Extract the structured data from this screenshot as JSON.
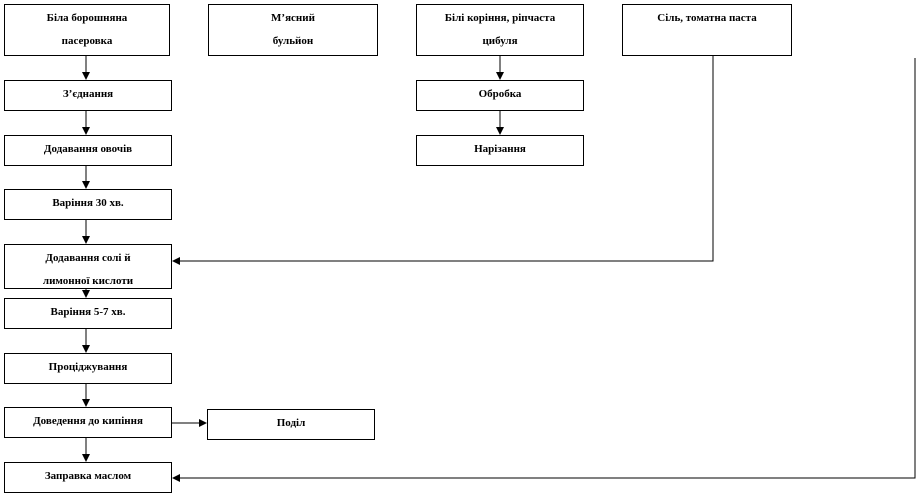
{
  "nodes": {
    "b1": "Біла борошняна\nпасеровка",
    "b2": "М’ясний\nбульйон",
    "b3": "Білі коріння, ріпчаста\nцибуля",
    "b4": "Сіль, томатна паста",
    "b5": "З’єднання",
    "b6": "Обробка",
    "b7": "Додавання овочів",
    "b8": "Нарізання",
    "b9": "Варіння 30 хв.",
    "b10": "Додавання солі й\nлимонної кислоти",
    "b11": "Варіння 5-7 хв.",
    "b12": "Проціджування",
    "b13": "Доведення до кипіння",
    "b14": "Поділ",
    "b15": "Заправка маслом"
  }
}
